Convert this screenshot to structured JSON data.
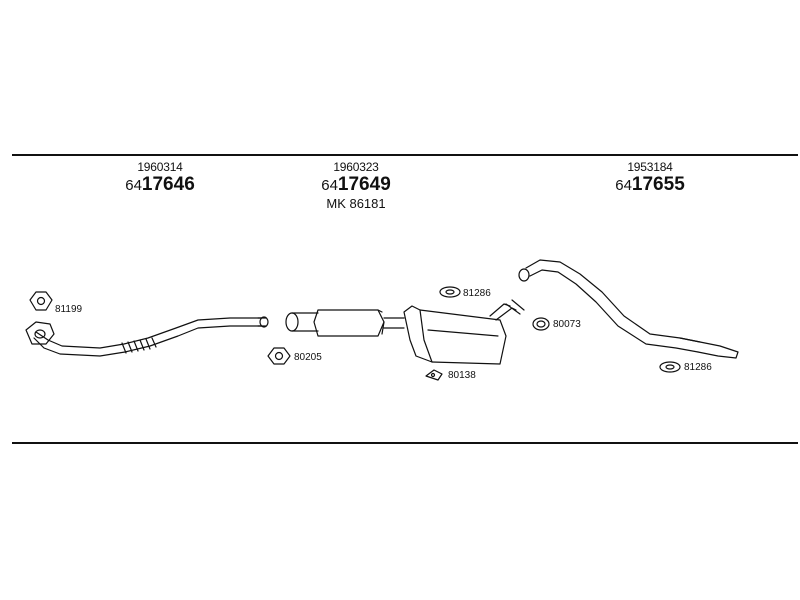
{
  "sections": [
    {
      "oe": "1960314",
      "prefix": "64",
      "part": "17646"
    },
    {
      "oe": "1960323",
      "prefix": "64",
      "part": "17649",
      "kit": "MK  86181"
    },
    {
      "oe": "1953184",
      "prefix": "64",
      "part": "17655"
    }
  ],
  "callouts": {
    "gasket_front": "81199",
    "gasket_mid": "80205",
    "hanger_a": "81286",
    "bracket": "80138",
    "gasket_rear": "80073",
    "hanger_b": "81286"
  }
}
